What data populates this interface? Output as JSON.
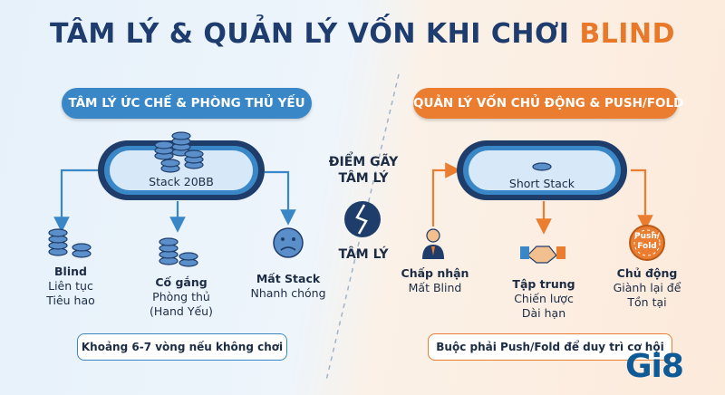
{
  "title": {
    "main": "TÂM LÝ & QUẢN LÝ VỐN KHI CHƠI",
    "accent": "BLIND"
  },
  "left": {
    "header": "TÂM LÝ ỨC CHẾ & PHÒNG THỦ YẾU",
    "table_label": "Stack 20BB",
    "items": [
      {
        "title": "Blind",
        "lines": [
          "Liên tục",
          "Tiêu hao"
        ]
      },
      {
        "title": "Cố gắng",
        "lines": [
          "Phòng thủ",
          "(Hand Yếu)"
        ]
      },
      {
        "title": "Mất Stack",
        "lines": [
          "Nhanh chóng"
        ]
      }
    ],
    "note": "Khoảng 6-7 vòng nếu không chơi"
  },
  "center": {
    "top": [
      "ĐIỂM GÃY",
      "TÂM LÝ"
    ],
    "bottom": "TÂM LÝ"
  },
  "right": {
    "header": "QUẢN LÝ VỐN CHỦ ĐỘNG & PUSH/FOLD",
    "table_label": "Short Stack",
    "chip_text": [
      "Push/",
      "Fold"
    ],
    "items": [
      {
        "title": "Chấp nhận",
        "lines": [
          "Mất Blind"
        ]
      },
      {
        "title": "Tập trung",
        "lines": [
          "Chiến lược",
          "Dài hạn"
        ]
      },
      {
        "title": "Chủ động",
        "lines": [
          "Giành lại để",
          "Tồn tại"
        ]
      }
    ],
    "note": "Buộc phải Push/Fold để duy trì cơ hội"
  },
  "logo": "Gi8",
  "colors": {
    "blue": "#3a87c7",
    "orange": "#ea7d2f",
    "navy": "#1e3c6e",
    "felt": "#cfe3f5",
    "rail": "#1f3d6b"
  },
  "icons": [
    "chip-stack-icon",
    "sad-face-icon",
    "broken-heart-icon",
    "person-icon",
    "handshake-icon",
    "push-fold-chip-icon"
  ]
}
